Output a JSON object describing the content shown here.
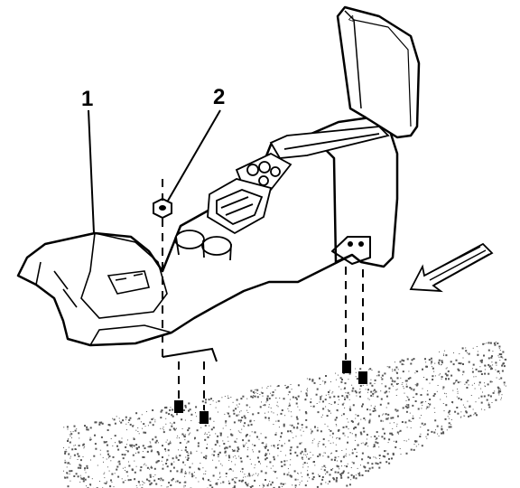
{
  "callouts": [
    {
      "id": "1",
      "label": "1"
    },
    {
      "id": "2",
      "label": "2"
    }
  ],
  "colors": {
    "ink": "#000000",
    "paper": "#ffffff",
    "speckle": "#555555"
  }
}
